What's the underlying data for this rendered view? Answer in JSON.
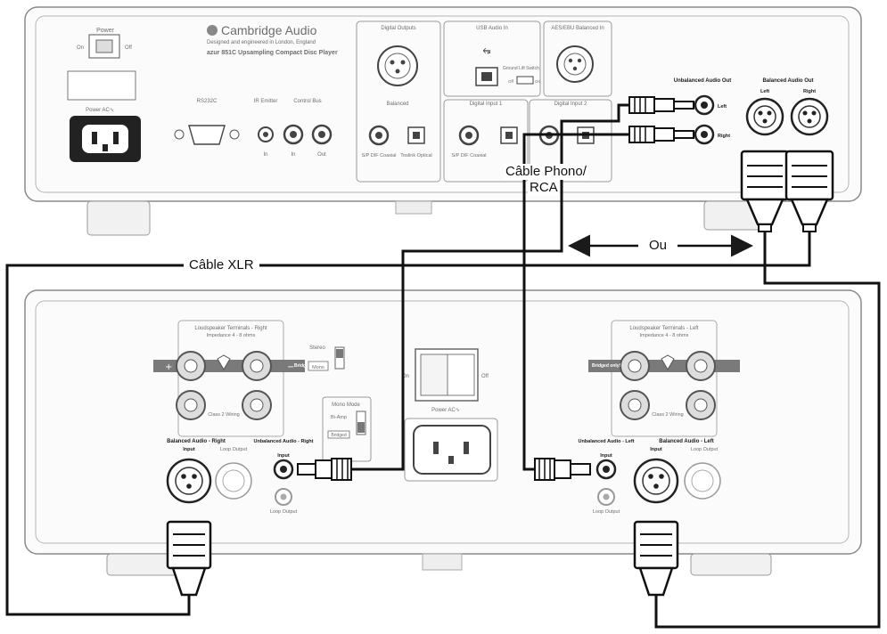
{
  "cd_player": {
    "brand": "Cambridge Audio",
    "tagline": "Designed and engineered in London, England",
    "model": "azur 851C Upsampling Compact Disc Player",
    "power": {
      "title": "Power",
      "on": "On",
      "off": "Off"
    },
    "power_ac": "Power AC∿",
    "rs232": "RS232C",
    "ir_emitter": {
      "title": "IR Emitter",
      "in": "In"
    },
    "control_bus": {
      "title": "Control Bus",
      "in": "In",
      "out": "Out"
    },
    "digital_outputs": "Digital Outputs",
    "balanced": "Balanced",
    "spdif_coax": "S/P DIF Coaxial",
    "toslink_optical": "Toslink Optical",
    "usb_audio_in": "USB Audio In",
    "usb_switch": [
      "Ground Lift Switch",
      "Off",
      "On"
    ],
    "aes_ebu": "AES/EBU Balanced In",
    "digital_input_1": "Digital Input 1",
    "digital_input_2": "Digital Input 2",
    "unbalanced_audio_out": "Unbalanced Audio Out",
    "left": "Left",
    "right": "Right",
    "balanced_audio_out": "Balanced Audio Out",
    "left_short": "Left",
    "right_short": "Right"
  },
  "amplifier": {
    "ls_terminals_right": "Loudspeaker Terminals - Right",
    "ls_terminals_left": "Loudspeaker Terminals - Left",
    "impedance": "Impedance 4 - 8 ohms",
    "class2": "Class 2 Wiring",
    "bridged_only": "Bridged only!",
    "stereo": "Stereo",
    "mono": "Mono",
    "mono_mode": "Mono Mode",
    "bi_amp": "Bi-Amp",
    "bridged": "Bridged",
    "power_ac": "Power AC∿",
    "off": "Off",
    "on": "On",
    "balanced_audio_right": "Balanced Audio - Right",
    "balanced_audio_left": "Balanced Audio - Left",
    "input": "Input",
    "loop_output": "Loop Output",
    "unbalanced_audio_right": "Unbalanced Audio - Right",
    "unbalanced_audio_left": "Unbalanced Audio - Left"
  },
  "callouts": {
    "phono_rca_line1": "Câble Phono/",
    "phono_rca_line2": "RCA",
    "ou": "Ou",
    "xlr_cable": "Câble XLR"
  },
  "colors": {
    "line": "#1a1a1a",
    "panel_stroke": "#8a8a8a",
    "text_grey": "#6d6d6d"
  }
}
